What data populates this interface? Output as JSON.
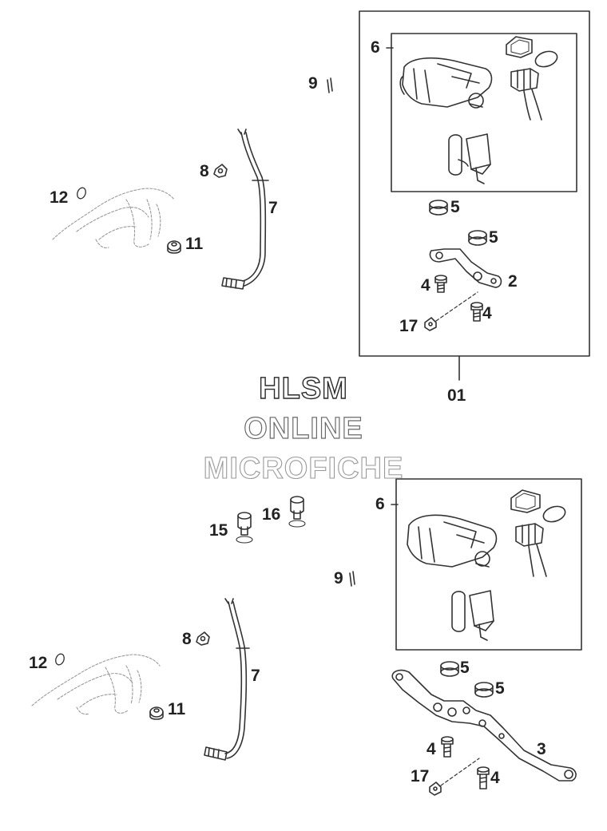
{
  "colors": {
    "line": "#333333",
    "faint": "#9a9a9a",
    "label": "#222222"
  },
  "watermark": {
    "line1": "HLSM",
    "line2": "ONLINE",
    "line3": "MICROFICHE"
  },
  "top_assembly": {
    "labels": {
      "p6": "6",
      "p9": "9",
      "p8": "8",
      "p7": "7",
      "p12": "12",
      "p11": "11",
      "p5a": "5",
      "p5b": "5",
      "p4a": "4",
      "p2": "2",
      "p17": "17",
      "p4b": "4",
      "p01": "01"
    }
  },
  "bottom_assembly": {
    "labels": {
      "p6": "6",
      "p15": "15",
      "p16": "16",
      "p9": "9",
      "p8": "8",
      "p7": "7",
      "p12": "12",
      "p11": "11",
      "p5a": "5",
      "p5b": "5",
      "p4a": "4",
      "p3": "3",
      "p17": "17",
      "p4b": "4"
    }
  }
}
